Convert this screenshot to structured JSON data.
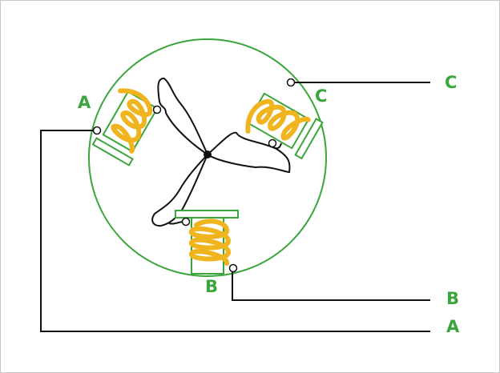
{
  "colors": {
    "stator": "#3aa53a",
    "coil": "#f0b41e",
    "wire": "#111111",
    "pole_fill": "#ffffff"
  },
  "labels": {
    "pole_a": "A",
    "pole_b": "B",
    "pole_c": "C",
    "terminal_c": "C",
    "terminal_b": "B",
    "terminal_a": "A"
  }
}
